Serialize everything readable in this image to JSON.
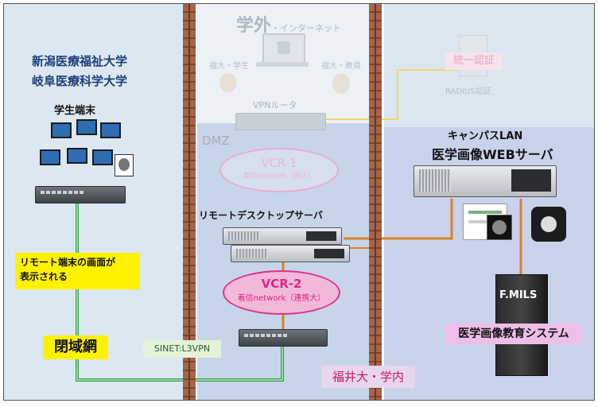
{
  "left_zone": {
    "university_1": "新潟医療福祉大学",
    "university_2": "岐阜医療科学大学",
    "student_terminal": "学生端末",
    "callout": "リモート端末の画面が\n表示される",
    "closed_network": "閉域網"
  },
  "middle_zone": {
    "internet_title": "学外",
    "internet_suffix": "・インターネット",
    "student_label": "福大・学生",
    "faculty_label": "福大・教員",
    "vpn_router": "VPNルータ",
    "dmz": "DMZ",
    "vcr1_title": "VCR-1",
    "vcr1_sub": "着信network（福大）",
    "remote_desktop": "リモートデスクトップサーバ",
    "vcr2_title": "VCR-2",
    "vcr2_sub": "着信network（連携大）",
    "sinet": "SINET:L3VPN",
    "campus": "福井大・学内"
  },
  "right_zone": {
    "auth": "統一認証",
    "radius": "RADIUS認証",
    "campus_lan": "キャンパスLAN",
    "web_server": "医学画像WEBサーバ",
    "fmils": "F.MILS",
    "education_system": "医学画像教育システム"
  },
  "colors": {
    "line_green": "#2f9e4a",
    "line_orange": "#d9822b",
    "line_yellow": "#f2d56b",
    "vcr_pink": "#e0338a",
    "label_blue": "#1f3f78"
  }
}
